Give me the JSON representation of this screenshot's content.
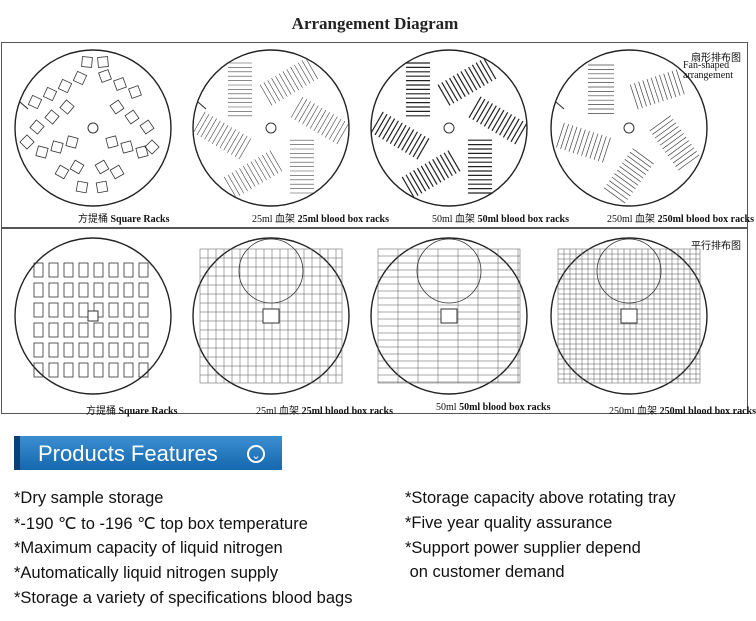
{
  "title": "Arrangement Diagram",
  "fan_label_cn": "扇形排布图",
  "fan_label_en": "Fan-shaped arrangement",
  "parallel_label_cn": "平行排布图",
  "captions_row1": [
    {
      "cn": "方提桶",
      "en": "Square Racks"
    },
    {
      "cn": "25ml 血架",
      "en": "25ml blood box racks"
    },
    {
      "cn": "50ml 血架",
      "en": "50ml blood box racks"
    },
    {
      "cn": "250ml 血架",
      "en": "250ml blood box racks"
    }
  ],
  "captions_row2": [
    {
      "cn": "方提桶",
      "en": "Square Racks"
    },
    {
      "cn": "25ml 血架",
      "en": "25ml blood box racks"
    },
    {
      "cn": "50ml",
      "en": "50ml blood box racks"
    },
    {
      "cn": "250ml 血架",
      "en": "250ml blood box racks"
    }
  ],
  "features": {
    "heading": "Products Features",
    "left": [
      "*Dry sample storage",
      "*-190 ℃ to -196 ℃ top box temperature",
      "*Maximum capacity of liquid nitrogen",
      "*Automatically liquid nitrogen supply",
      "*Storage a variety of specifications blood bags"
    ],
    "right": [
      "*Storage capacity above rotating tray",
      "*Five year quality assurance",
      "*Support power supplier depend",
      " on customer demand"
    ]
  },
  "icons": {
    "heading_icon": "chevron-down-circle-icon"
  }
}
